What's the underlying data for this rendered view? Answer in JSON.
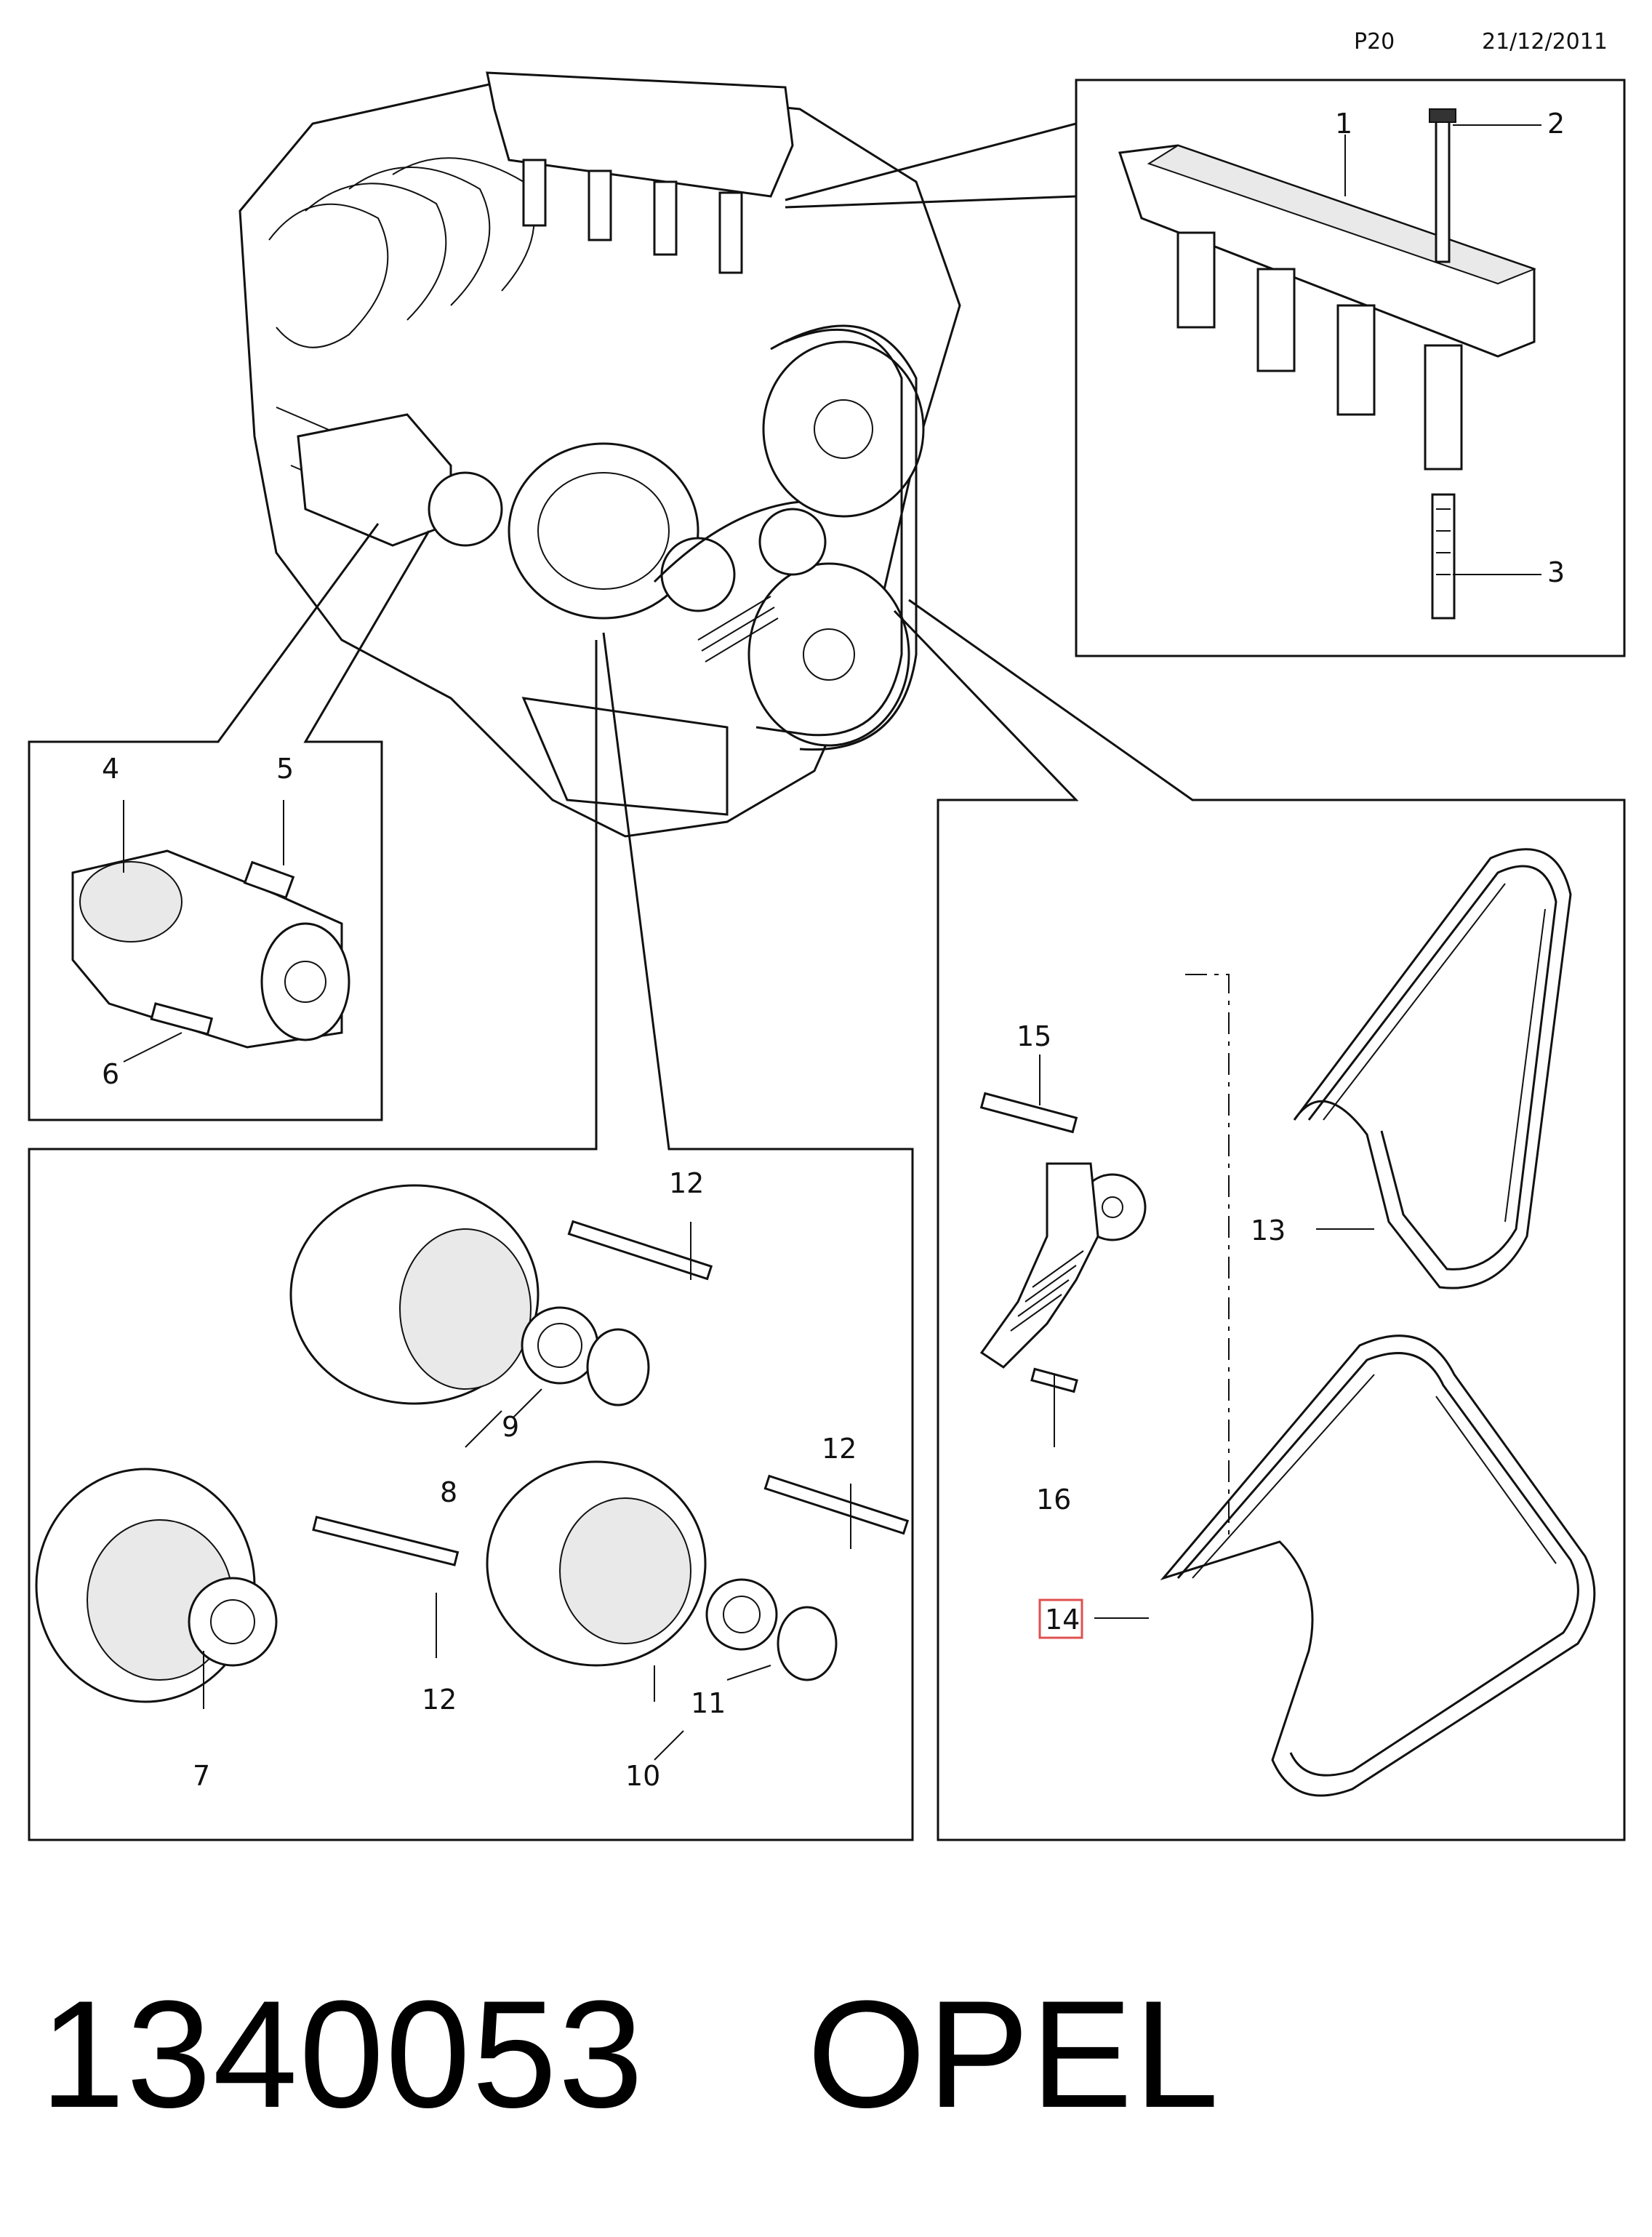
{
  "header": {
    "page": "P20",
    "date": "21/12/2011"
  },
  "callouts": {
    "c1": "1",
    "c2": "2",
    "c3": "3",
    "c4": "4",
    "c5": "5",
    "c6": "6",
    "c7": "7",
    "c8": "8",
    "c9": "9",
    "c10": "10",
    "c11": "11",
    "c12a": "12",
    "c12b": "12",
    "c12c": "12",
    "c13": "13",
    "c14": "14",
    "c15": "15",
    "c16": "16"
  },
  "footer": {
    "part_number": "1340053",
    "brand": "OPEL"
  },
  "colors": {
    "highlight_box": "#e05050",
    "line": "#111111"
  }
}
